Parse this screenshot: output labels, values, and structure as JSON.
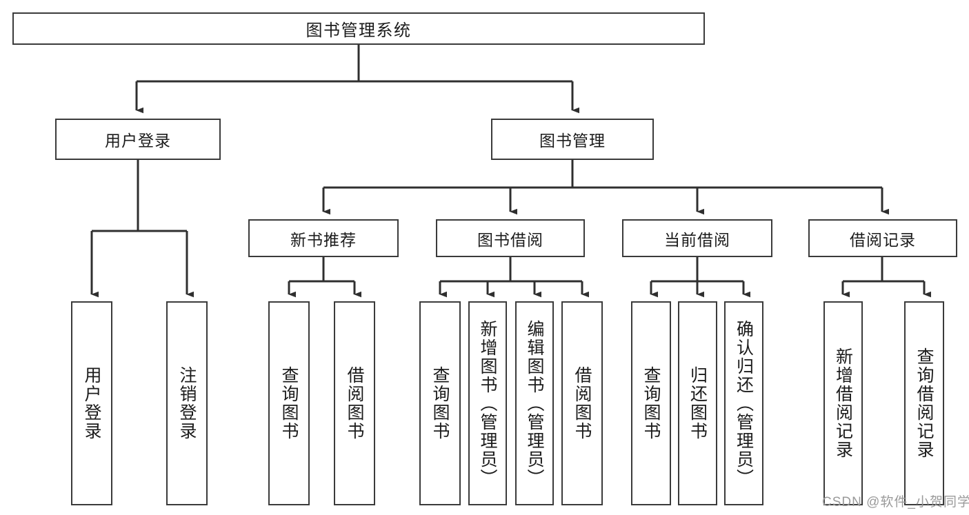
{
  "diagram": {
    "type": "tree",
    "title": "图书管理系统",
    "orientation": "top-down",
    "root": {
      "label": "图书管理系统"
    },
    "level2": [
      {
        "label": "用户登录"
      },
      {
        "label": "图书管理"
      }
    ],
    "level3": [
      {
        "label": "新书推荐"
      },
      {
        "label": "图书借阅"
      },
      {
        "label": "当前借阅"
      },
      {
        "label": "借阅记录"
      }
    ],
    "leaves": {
      "user_login": [
        {
          "label": "用户登录"
        },
        {
          "label": "注销登录"
        }
      ],
      "new_book_recommend": [
        {
          "label": "查询图书"
        },
        {
          "label": "借阅图书"
        }
      ],
      "book_borrow": [
        {
          "label": "查询图书"
        },
        {
          "label": "新增图书（管理员）"
        },
        {
          "label": "编辑图书（管理员）"
        },
        {
          "label": "借阅图书"
        }
      ],
      "current_borrow": [
        {
          "label": "查询图书"
        },
        {
          "label": "归还图书"
        },
        {
          "label": "确认归还（管理员）"
        }
      ],
      "borrow_record": [
        {
          "label": "新增借阅记录"
        },
        {
          "label": "查询借阅记录"
        }
      ]
    }
  },
  "watermark": {
    "text": "CSDN @软件_小贺同学"
  },
  "colors": {
    "stroke": "#3a3a3a",
    "background": "#ffffff",
    "text": "#1b1b1b",
    "watermark": "#9a9a9a"
  }
}
